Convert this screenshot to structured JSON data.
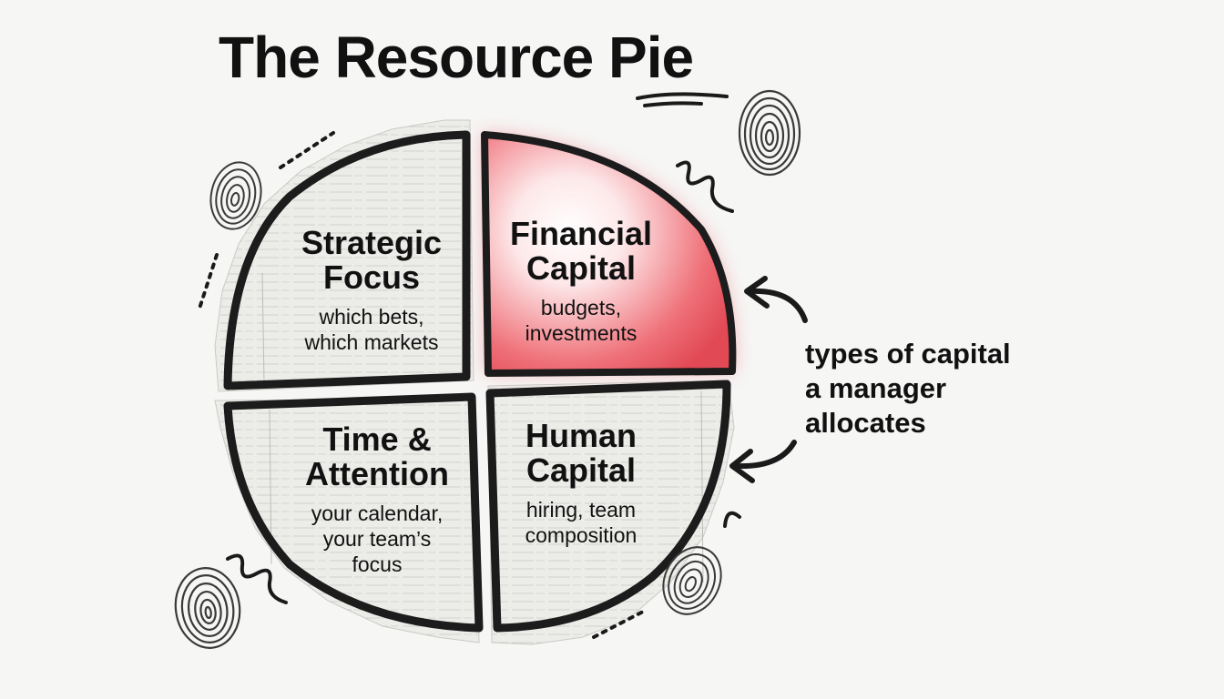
{
  "title": "The Resource Pie",
  "quadrants": [
    {
      "title_line1": "Strategic",
      "title_line2": "Focus",
      "sub_line1": "which bets,",
      "sub_line2": "which markets",
      "sub_line3": ""
    },
    {
      "title_line1": "Financial",
      "title_line2": "Capital",
      "sub_line1": "budgets,",
      "sub_line2": "investments",
      "sub_line3": "",
      "highlighted": true
    },
    {
      "title_line1": "Time &",
      "title_line2": "Attention",
      "sub_line1": "your calendar,",
      "sub_line2": "your team’s",
      "sub_line3": "focus"
    },
    {
      "title_line1": "Human",
      "title_line2": "Capital",
      "sub_line1": "hiring, team",
      "sub_line2": "composition",
      "sub_line3": ""
    }
  ],
  "annotation": {
    "line1": "types of capital",
    "line2": "a manager",
    "line3": "allocates"
  },
  "colors": {
    "highlight": "#e8545c",
    "outline": "#1c1c1c",
    "paper": "#e9e9e6",
    "background": "#f6f6f5"
  },
  "icons": [
    "fingerprint-icon",
    "arrow-icon",
    "squiggle-icon"
  ]
}
